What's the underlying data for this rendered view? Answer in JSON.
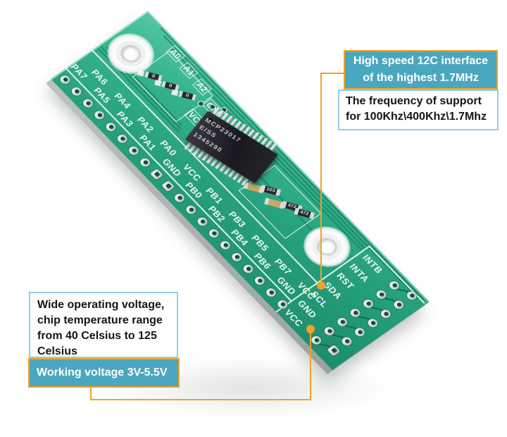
{
  "callouts": {
    "i2c": {
      "highlight": "High speed 12C interface of the highest 1.7MHz",
      "detail": "The frequency of support for 100Khz\\400Khz\\1.7Mhz"
    },
    "voltage": {
      "detail": "Wide operating voltage, chip temperature range from 40 Celsius to 125 Celsius",
      "highlight": "Working voltage 3V-5.5V"
    }
  },
  "board": {
    "left_pins": [
      {
        "label": "PA7"
      },
      {
        "label": "PA6"
      },
      {
        "label": "PA5"
      },
      {
        "label": "PA4"
      },
      {
        "label": "PA3"
      },
      {
        "label": "PA2"
      },
      {
        "label": "PA1"
      },
      {
        "label": "PA0"
      },
      {
        "label": "GND",
        "square": true
      },
      {
        "label": "VCC",
        "square": true
      },
      {
        "label": "PB0"
      },
      {
        "label": "PB1"
      },
      {
        "label": "PB2"
      },
      {
        "label": "PB3"
      },
      {
        "label": "PB4"
      },
      {
        "label": "PB5"
      },
      {
        "label": "PB6"
      },
      {
        "label": "PB7"
      },
      {
        "label": "GND"
      },
      {
        "label": "VCC"
      }
    ],
    "address_pins": [
      "A0",
      "A1",
      "A2",
      "GND",
      "VCC"
    ],
    "jumpers": [
      "0",
      "0",
      "0"
    ],
    "passives": [
      {
        "type": "capacitor",
        "label": ""
      },
      {
        "type": "resistor",
        "label": "103"
      },
      {
        "type": "capacitor",
        "label": ""
      },
      {
        "type": "resistor",
        "label": "472"
      },
      {
        "type": "resistor",
        "label": "472"
      }
    ],
    "chip": {
      "line1": "MCP23017",
      "line2": "E/SS",
      "line3": "1345290"
    },
    "footer_pins": [
      {
        "label": "VCC",
        "square": true
      },
      {
        "label": "GND"
      },
      {
        "label": "SCL"
      },
      {
        "label": "SDA"
      },
      {
        "label": "RST"
      },
      {
        "label": "INTA"
      },
      {
        "label": "INTB"
      }
    ]
  },
  "colors": {
    "teal": "#4ba6bf",
    "orange": "#f2a224",
    "light_blue": "#8ecfe4",
    "pcb_green": "#26a07c"
  }
}
